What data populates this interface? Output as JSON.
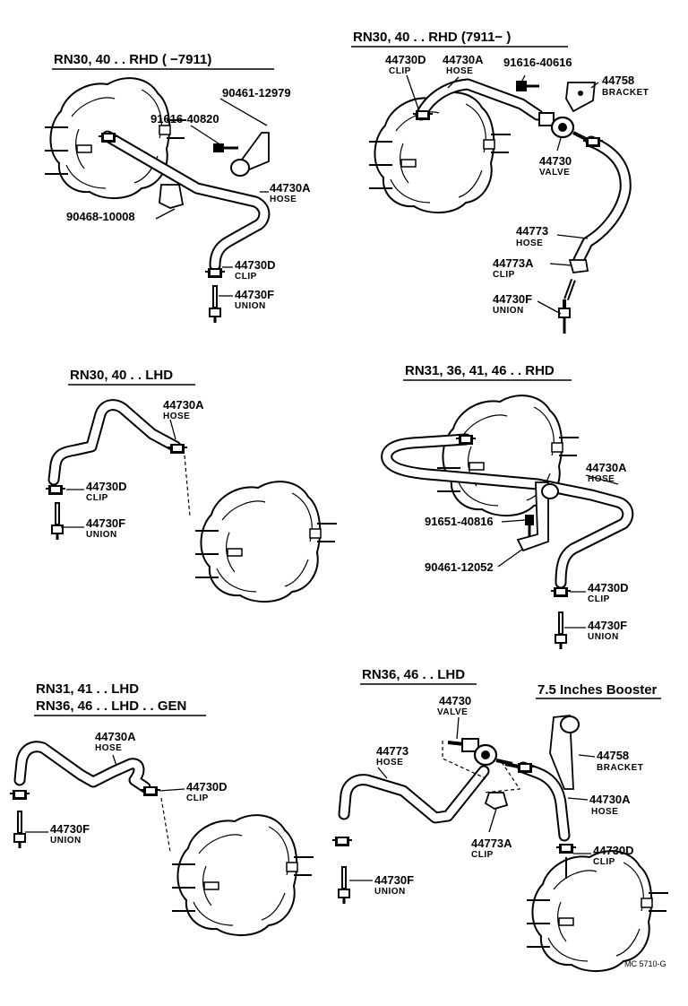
{
  "sections": [
    {
      "heading": "RN30, 40 . . RHD (        −7911)",
      "parts": [
        {
          "number": "90461-12979",
          "name": ""
        },
        {
          "number": "91616-40820",
          "name": ""
        },
        {
          "number": "44730A",
          "name": "HOSE"
        },
        {
          "number": "90468-10008",
          "name": ""
        },
        {
          "number": "44730D",
          "name": "CLIP"
        },
        {
          "number": "44730F",
          "name": "UNION"
        }
      ]
    },
    {
      "heading": "RN30, 40 . . RHD (7911−        )",
      "parts": [
        {
          "number": "44730D",
          "name": "CLIP"
        },
        {
          "number": "44730A",
          "name": "HOSE"
        },
        {
          "number": "91616-40616",
          "name": ""
        },
        {
          "number": "44758",
          "name": "BRACKET"
        },
        {
          "number": "44730",
          "name": "VALVE"
        },
        {
          "number": "44773",
          "name": "HOSE"
        },
        {
          "number": "44773A",
          "name": "CLIP"
        },
        {
          "number": "44730F",
          "name": "UNION"
        }
      ]
    },
    {
      "heading": "RN30, 40 . . LHD",
      "parts": [
        {
          "number": "44730A",
          "name": "HOSE"
        },
        {
          "number": "44730D",
          "name": "CLIP"
        },
        {
          "number": "44730F",
          "name": "UNION"
        }
      ]
    },
    {
      "heading": "RN31, 36, 41, 46 . . RHD",
      "parts": [
        {
          "number": "44730A",
          "name": "HOSE"
        },
        {
          "number": "91651-40816",
          "name": ""
        },
        {
          "number": "90461-12052",
          "name": ""
        },
        {
          "number": "44730D",
          "name": "CLIP"
        },
        {
          "number": "44730F",
          "name": "UNION"
        }
      ]
    },
    {
      "heading_line1": "RN31, 41 . . LHD",
      "heading": "RN36, 46 . . LHD . . GEN",
      "parts": [
        {
          "number": "44730A",
          "name": "HOSE"
        },
        {
          "number": "44730D",
          "name": "CLIP"
        },
        {
          "number": "44730F",
          "name": "UNION"
        }
      ]
    },
    {
      "heading": "RN36, 46 . . LHD",
      "parts": [
        {
          "number": "44730",
          "name": "VALVE"
        },
        {
          "number": "44773",
          "name": "HOSE"
        },
        {
          "number": "44773A",
          "name": "CLIP"
        },
        {
          "number": "44730F",
          "name": "UNION"
        }
      ]
    },
    {
      "heading": "7.5 Inches Booster",
      "parts": [
        {
          "number": "44758",
          "name": "BRACKET"
        },
        {
          "number": "44730A",
          "name": "HOSE"
        },
        {
          "number": "44730D",
          "name": "CLIP"
        }
      ]
    }
  ],
  "figure_ref": "MC 5710-G"
}
